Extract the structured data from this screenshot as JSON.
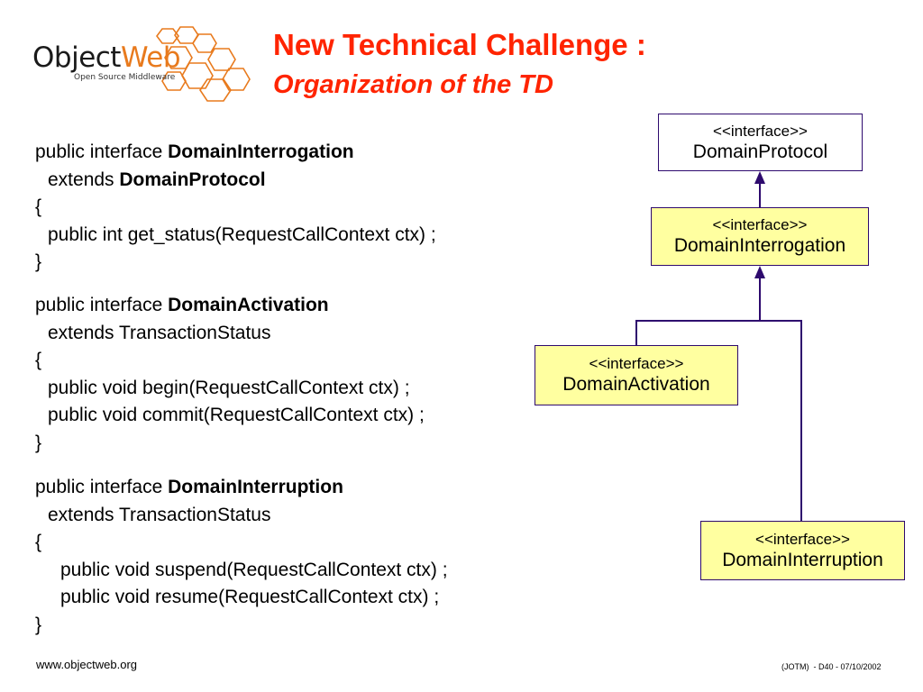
{
  "logo": {
    "word_part1": "Object",
    "word_part2": "Web",
    "tagline": "Open Source Middleware",
    "colors": {
      "dark": "#1a1a1a",
      "orange": "#e87a1d"
    }
  },
  "header": {
    "title": "New Technical Challenge  :",
    "subtitle": "Organization of the TD",
    "color": "#ff2400"
  },
  "code": {
    "block1": {
      "l1a": "public interface ",
      "l1b": "DomainInterrogation",
      "l2a": "extends ",
      "l2b": "DomainProtocol",
      "l3": "{",
      "l4": "public int get_status(RequestCallContext ctx) ;",
      "l5": "}"
    },
    "block2": {
      "l1a": "public interface ",
      "l1b": "DomainActivation",
      "l2": "extends TransactionStatus",
      "l3": "{",
      "l4": "public void begin(RequestCallContext ctx) ;",
      "l5": "public void commit(RequestCallContext ctx) ;",
      "l6": "}"
    },
    "block3": {
      "l1a": "public interface ",
      "l1b": "DomainInterruption",
      "l2": "extends TransactionStatus",
      "l3": "{",
      "l4": "public void suspend(RequestCallContext ctx) ;",
      "l5": "public void resume(RequestCallContext ctx) ;",
      "l6": "}"
    }
  },
  "diagram": {
    "colors": {
      "line": "#2e0a6e",
      "yellow_fill": "#ffffa0"
    },
    "nodes": {
      "protocol": {
        "stereotype": "<<interface>>",
        "name": "DomainProtocol"
      },
      "interrogation": {
        "stereotype": "<<interface>>",
        "name": "DomainInterrogation"
      },
      "activation": {
        "stereotype": "<<interface>>",
        "name": "DomainActivation"
      },
      "interruption": {
        "stereotype": "<<interface>>",
        "name": "DomainInterruption"
      }
    }
  },
  "footer": {
    "url": "www.objectweb.org",
    "ref": "(JOTM)  - D40 - 07/10/2002"
  }
}
